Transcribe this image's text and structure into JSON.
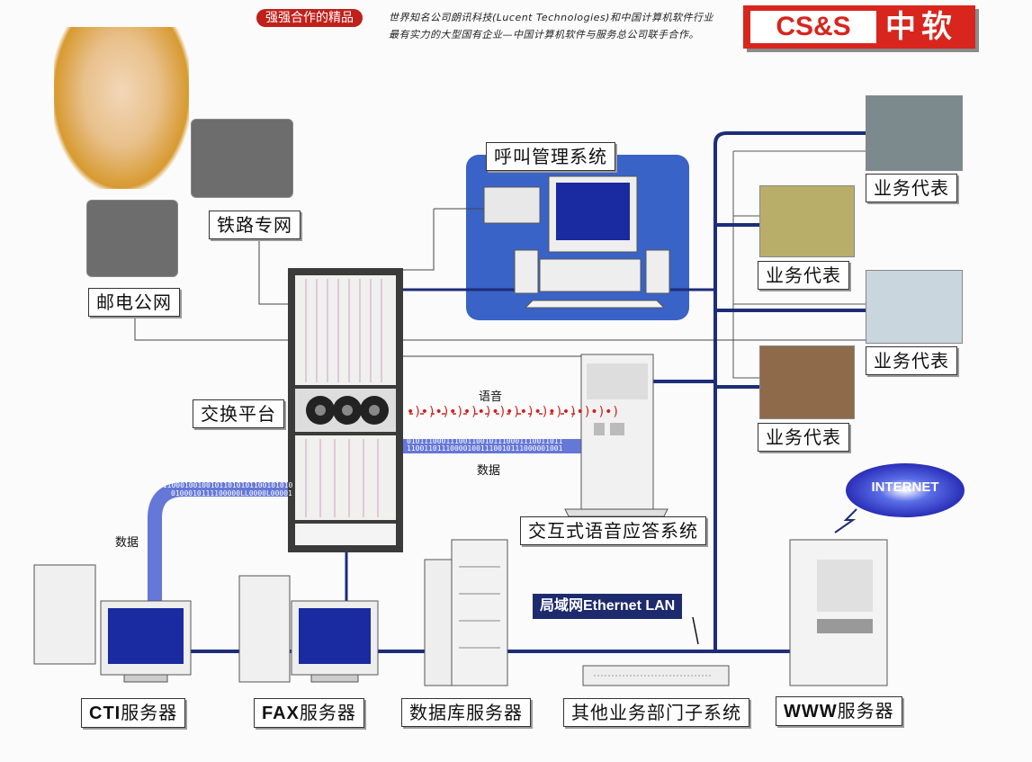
{
  "header": {
    "badge": "强强合作的精品",
    "description": "世界知名公司朗讯科技(Lucent Technologies)和中国计算机软件行业最有实力的大型国有企业—中国计算机软件与服务总公司联手合作。",
    "logo_en": "CS&S",
    "logo_cn": "中软"
  },
  "labels": {
    "railway": "铁路专网",
    "postal": "邮电公网",
    "switch": "交换平台",
    "call_mgmt": "呼叫管理系统",
    "ivr": "交互式语音应答系统",
    "agent1": "业务代表",
    "agent2": "业务代表",
    "agent3": "业务代表",
    "agent4": "业务代表",
    "cti_bold": "CTI",
    "cti_rest": "服务器",
    "fax_bold": "FAX",
    "fax_rest": "服务器",
    "db": "数据库服务器",
    "other": "其他业务部门子系统",
    "www_bold": "WWW",
    "www_rest": "服务器",
    "lan": "局域网Ethernet LAN",
    "internet": "INTERNET",
    "voice": "语音",
    "data_right": "数据",
    "data_left": "数据"
  },
  "bits": {
    "row1": "010111000111001100101110001110011011",
    "row2": "110011011100001001110010111000001001",
    "curve1": "1110001001001011010101100101010",
    "curve2": "0100010111100000LL0000L00001"
  },
  "colors": {
    "wire_blue": "#1d2d78",
    "panel_blue": "#3a63c7",
    "logo_red": "#d8251d",
    "voice_red": "#d21f1f"
  }
}
